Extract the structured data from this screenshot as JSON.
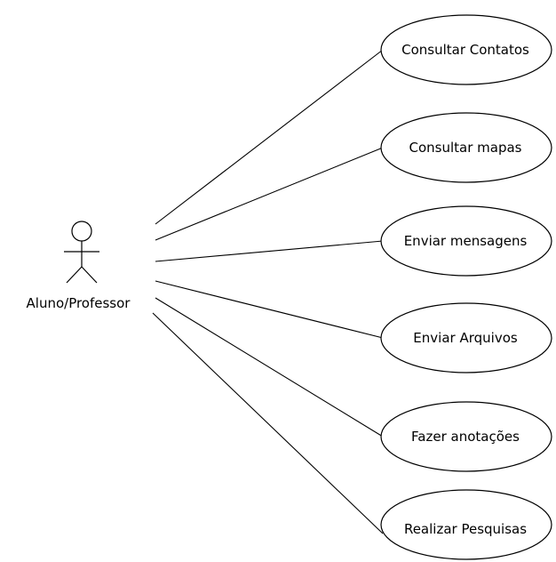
{
  "actor": {
    "label": "Aluno/Professor",
    "icon": "stick-figure-actor"
  },
  "use_cases": [
    {
      "label": "Consultar Contatos"
    },
    {
      "label": "Consultar mapas"
    },
    {
      "label": "Enviar mensagens"
    },
    {
      "label": "Enviar Arquivos"
    },
    {
      "label": "Fazer anotações"
    },
    {
      "label": "Realizar Pesquisas"
    }
  ]
}
